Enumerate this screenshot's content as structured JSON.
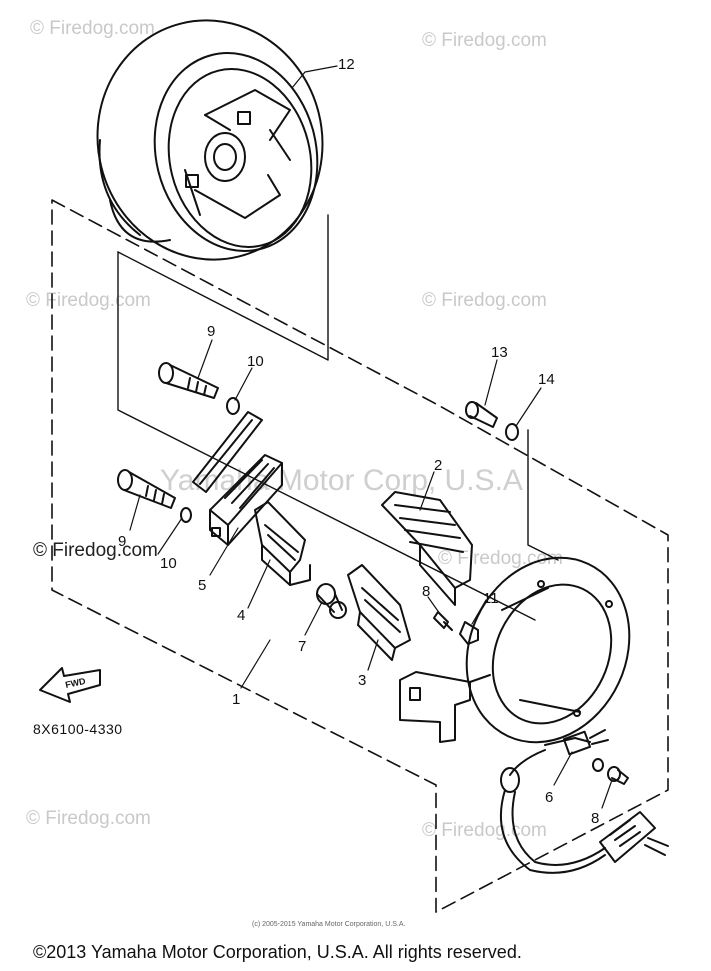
{
  "watermarks": {
    "firedog": "© Firedog.com",
    "firedog_dark": "© Firedog.com",
    "yamaha_center": "Yamaha Motor Corp, U.S.A"
  },
  "drawing_number": "8X6100-4330",
  "fwd_label": "FWD",
  "callouts": {
    "c1": "1",
    "c2": "2",
    "c3": "3",
    "c4": "4",
    "c5": "5",
    "c6": "6",
    "c7": "7",
    "c8a": "8",
    "c8b": "8",
    "c9a": "9",
    "c9b": "9",
    "c10a": "10",
    "c10b": "10",
    "c11": "11",
    "c12": "12",
    "c13": "13",
    "c14": "14"
  },
  "small_copyright": "(c) 2005-2015 Yamaha Motor Corporation, U.S.A.",
  "footer": "©2013 Yamaha Motor Corporation, U.S.A. All rights reserved."
}
